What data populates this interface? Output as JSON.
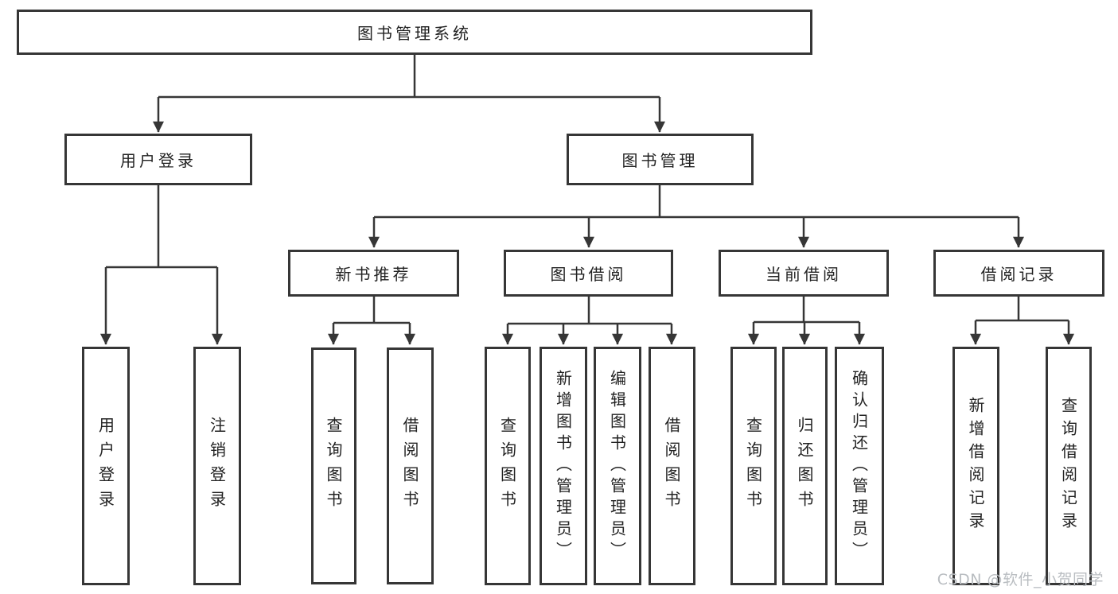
{
  "tree": {
    "root": "图书管理系统",
    "children": [
      {
        "label": "用户登录",
        "children": [
          "用户登录",
          "注销登录"
        ]
      },
      {
        "label": "图书管理",
        "children": [
          {
            "label": "新书推荐",
            "children": [
              "查询图书",
              "借阅图书"
            ]
          },
          {
            "label": "图书借阅",
            "children": [
              "查询图书",
              "新增图书（管理员）",
              "编辑图书（管理员）",
              "借阅图书"
            ]
          },
          {
            "label": "当前借阅",
            "children": [
              "查询图书",
              "归还图书",
              "确认归还（管理员）"
            ]
          },
          {
            "label": "借阅记录",
            "children": [
              "新增借阅记录",
              "查询借阅记录"
            ]
          }
        ]
      }
    ]
  },
  "watermark": {
    "text": "CSDN @软件_小贺同学"
  },
  "colors": {
    "line": "#363636",
    "box_border": "#363636",
    "text": "#222222",
    "watermark_text": "#b9bdc1",
    "background": "#ffffff"
  }
}
